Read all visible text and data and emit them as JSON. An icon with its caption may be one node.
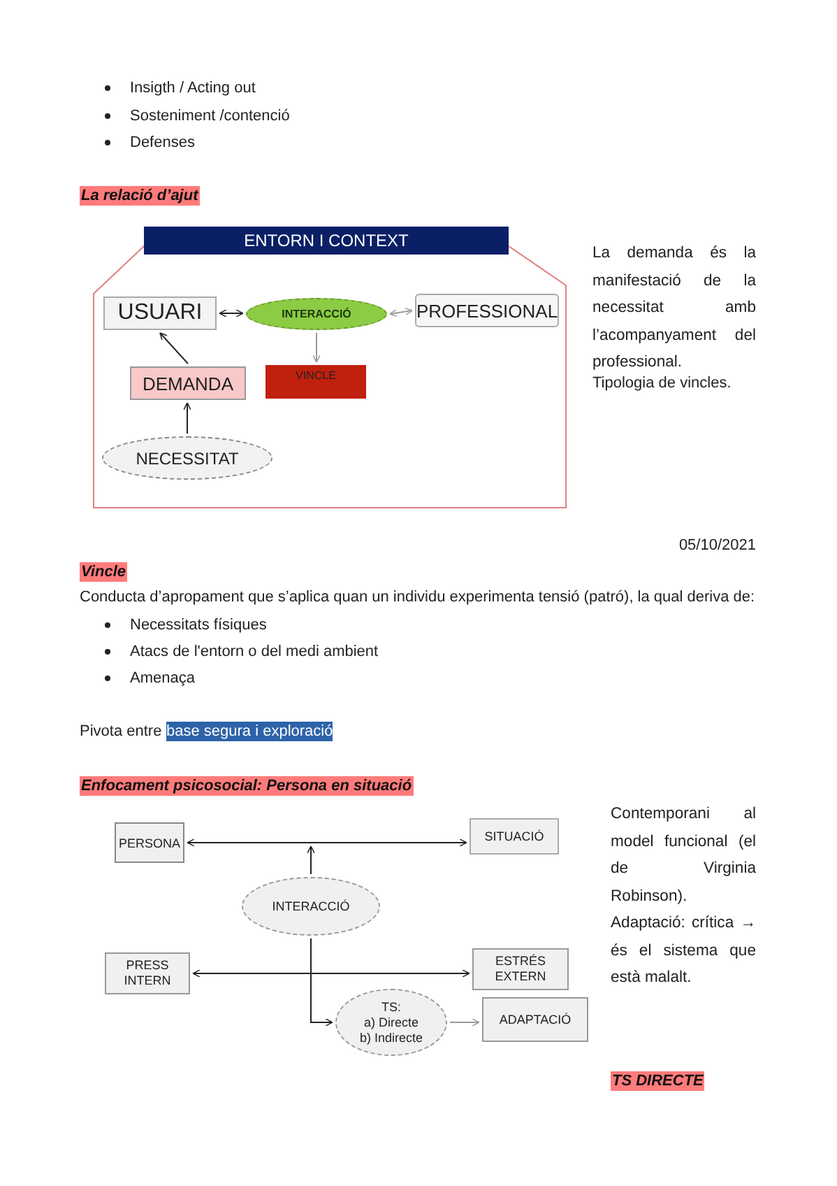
{
  "diagram": {
    "nodes": [
      {
        "text": [
          "ENTORN I CONTEXT"
        ]
      },
      {
        "text": [
          "USUARI"
        ],
        "in": 0
      },
      {
        "text": [
          "INTERACCIÓ"
        ],
        "in": 0
      },
      {
        "text": [
          "PROFESSIONAL"
        ],
        "in": 0
      },
      {
        "text": [
          "DEMANDA"
        ],
        "in": 0
      },
      {
        "text": [
          "VINCLE"
        ],
        "in": 0
      },
      {
        "text": [
          "NECESSITAT"
        ],
        "in": 0
      },
      {
        "text": [
          "PERSONA"
        ]
      },
      {
        "text": [
          "SITUACIÓ"
        ]
      },
      {
        "text": [
          "INTERACCIÓ"
        ]
      },
      {
        "text": [
          "PRESS INTERN"
        ]
      },
      {
        "text": [
          "ESTRÉS EXTERN"
        ]
      },
      {
        "text": [
          "TS:",
          "a) Directe",
          "b) Indirecte"
        ]
      },
      {
        "text": [
          "ADAPTACIÓ"
        ]
      }
    ],
    "edges": [
      {
        "from": 1,
        "to": 2,
        "arrow": "both"
      },
      {
        "from": 2,
        "to": 3,
        "arrow": "both",
        "color": "#9a9a9a"
      },
      {
        "from": 2,
        "to": 5,
        "arrow": "to",
        "color": "#9a9a9a"
      },
      {
        "from": 4,
        "to": 1,
        "arrow": "to"
      },
      {
        "from": 6,
        "to": 4,
        "arrow": "to"
      },
      {
        "from": 7,
        "to": 8,
        "arrow": "both"
      },
      {
        "from": 9,
        "to": null,
        "arrow": "to"
      },
      {
        "from": 9,
        "to": 12,
        "arrow": "to"
      },
      {
        "from": 10,
        "to": 11,
        "arrow": "both"
      },
      {
        "from": 12,
        "to": 13,
        "arrow": "to",
        "color": "#9a9a9a"
      }
    ],
    "labels": [
      "Insigth / Acting out",
      "Sosteniment /contenció",
      "Defenses",
      "La relació d’ajut",
      "La demanda és la manifestació de la necessitat amb l’acompanyament del professional.",
      "Tipologia de vincles.",
      "05/10/2021",
      "Vincle",
      "Conducta d’apropament que s’aplica quan un individu experimenta tensió (patró), la qual deriva de:",
      "Necessitats físiques",
      "Atacs de l'entorn o del medi ambient",
      "Amenaça",
      "Pivota entre",
      "base segura i exploració",
      "Enfocament psicosocial: Persona en situació",
      "Contemporani al model funcional (el de Virginia Robinson).",
      "Adaptació: crítica → és el sistema que està malalt.",
      "TS DIRECTE"
    ]
  }
}
